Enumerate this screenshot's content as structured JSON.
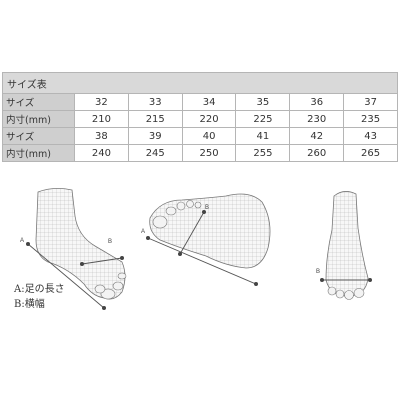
{
  "table": {
    "title": "サイズ表",
    "rows": [
      {
        "label": "サイズ",
        "values": [
          "32",
          "33",
          "34",
          "35",
          "36",
          "37"
        ]
      },
      {
        "label": "内寸(mm)",
        "values": [
          "210",
          "215",
          "220",
          "225",
          "230",
          "235"
        ]
      },
      {
        "label": "サイズ",
        "values": [
          "38",
          "39",
          "40",
          "41",
          "42",
          "43"
        ]
      },
      {
        "label": "内寸(mm)",
        "values": [
          "240",
          "245",
          "250",
          "255",
          "260",
          "265"
        ]
      }
    ]
  },
  "diagram": {
    "marker_a": "A",
    "marker_b": "B",
    "legend_a": "A:足の長さ",
    "legend_b": "B:横幅"
  }
}
